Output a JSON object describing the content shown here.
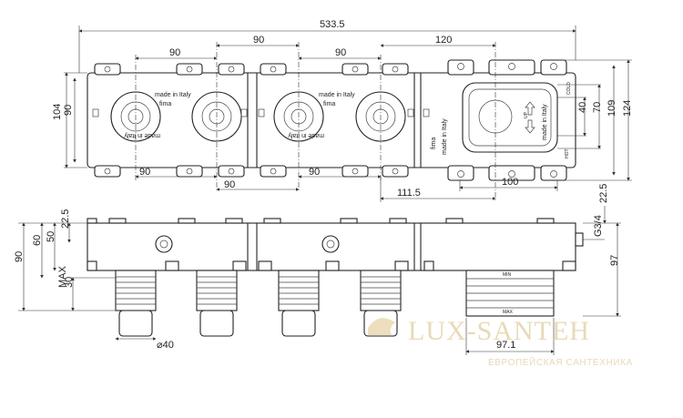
{
  "top_view": {
    "marks": {
      "made_in_italy": "made in Italy",
      "brand": "fima",
      "up": "UP",
      "cold": "COLD",
      "hot": "HOT"
    }
  },
  "front_view": {
    "marks": {
      "min": "MIN",
      "max": "MAX"
    }
  },
  "dimensions": {
    "top_view": {
      "overall_width": "533.5",
      "spacing_90": "90",
      "spacing_120": "120",
      "offset_111_5": "111.5",
      "mixer_width_100": "100",
      "height_104": "104",
      "height_90": "90",
      "height_124": "124",
      "height_109": "109",
      "height_70": "70",
      "height_40": "40"
    },
    "front_view": {
      "depth_90": "90",
      "depth_60": "60",
      "depth_50": "50",
      "depth_22_5": "22.5",
      "stroke_30": "30",
      "max_label": "MAX",
      "depth_97": "97",
      "thread_g34": "G3/4",
      "diameter_40": "⌀40",
      "mixer_width_97_1": "97.1"
    }
  },
  "watermark": {
    "brand": "LUX-SANTEH",
    "tagline": "ЕВРОПЕЙСКАЯ САНТЕХНИКА"
  },
  "colors": {
    "line": "#222222",
    "background": "#ffffff",
    "watermark": "#e6d6b0"
  }
}
